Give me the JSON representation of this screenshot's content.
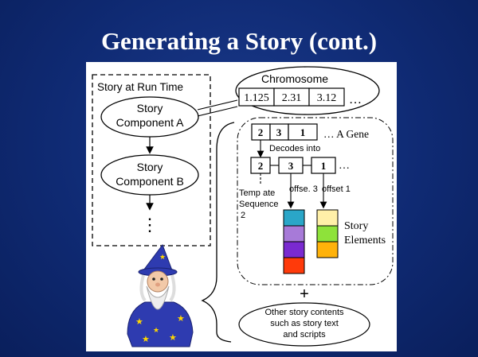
{
  "slide": {
    "title": "Generating a Story (cont.)"
  },
  "diagram": {
    "run_time_label": "Story at Run Time",
    "component_a": [
      "Story",
      "Component A"
    ],
    "component_b": [
      "Story",
      "Component B"
    ],
    "vertical_ellipsis": "⋮",
    "chromosome": {
      "label": "Chromosome",
      "genes": [
        "1.125",
        "2.31",
        "3.12"
      ],
      "more": "…"
    },
    "gene_row": {
      "values": [
        "2",
        "3",
        "1"
      ],
      "more": "… A Gene"
    },
    "decodes_label": "Decodes into",
    "decoded_row": {
      "values": [
        "2",
        "3",
        "1"
      ],
      "more": "…"
    },
    "template_label": [
      "Temp ate",
      "Sequence",
      "2"
    ],
    "offset_label_1": "offse. 3",
    "offset_label_2": "offset 1",
    "story_elements_label": [
      "Story",
      "Elements"
    ],
    "column_1_colors": [
      "#2aa6c8",
      "#a77ad8",
      "#7a2ad0",
      "#ff3a0a"
    ],
    "column_2_colors": [
      "#fff0a8",
      "#8ee23a",
      "#ffb20a"
    ],
    "plus_sign": "+",
    "other_contents": [
      "Other story contents",
      "such as story text",
      "and scripts"
    ],
    "wizard_icon": "wizard-icon",
    "line_color": "#000000"
  }
}
